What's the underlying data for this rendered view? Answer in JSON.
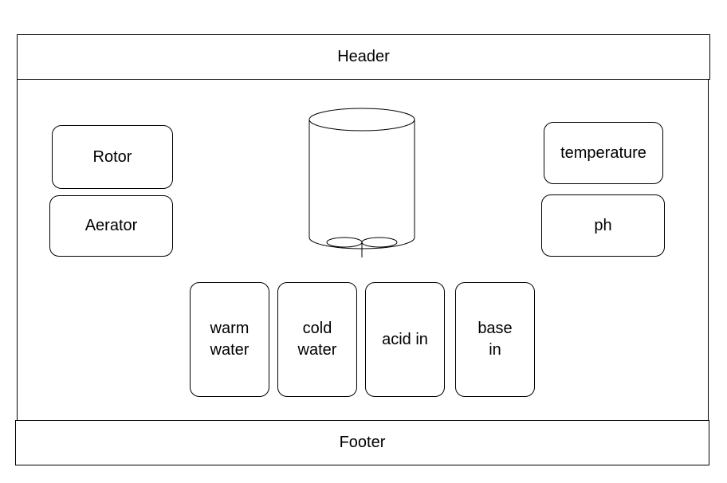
{
  "header": {
    "label": "Header"
  },
  "footer": {
    "label": "Footer"
  },
  "controls": {
    "rotor": "Rotor",
    "aerator": "Aerator",
    "temperature": "temperature",
    "ph": "ph"
  },
  "inputs": {
    "warm_water": [
      "warm",
      "water"
    ],
    "cold_water": [
      "cold",
      "water"
    ],
    "acid_in": [
      "acid in"
    ],
    "base_in": [
      "base",
      "in"
    ]
  },
  "colors": {
    "stroke": "#000000",
    "background": "#ffffff"
  }
}
